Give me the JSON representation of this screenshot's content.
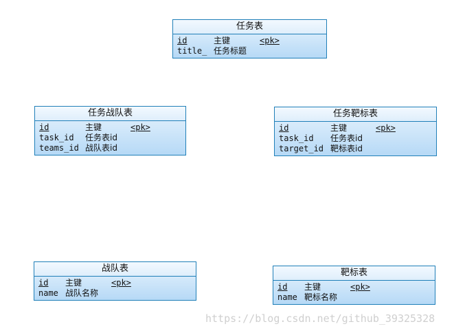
{
  "entities": {
    "task": {
      "title": "任务表",
      "rows": [
        {
          "name": "id",
          "comment": "主键",
          "key": "<pk>"
        },
        {
          "name": "title_",
          "comment": "任务标题",
          "key": ""
        }
      ]
    },
    "task_team": {
      "title": "任务战队表",
      "rows": [
        {
          "name": "id",
          "comment": "主键",
          "key": "<pk>"
        },
        {
          "name": "task_id",
          "comment": "任务表id",
          "key": ""
        },
        {
          "name": "teams_id",
          "comment": "战队表id",
          "key": ""
        }
      ]
    },
    "task_target": {
      "title": "任务靶标表",
      "rows": [
        {
          "name": "id",
          "comment": "主键",
          "key": "<pk>"
        },
        {
          "name": "task_id",
          "comment": "任务表id",
          "key": ""
        },
        {
          "name": "target_id",
          "comment": "靶标表id",
          "key": ""
        }
      ]
    },
    "team": {
      "title": "战队表",
      "rows": [
        {
          "name": "id",
          "comment": "主键",
          "key": "<pk>"
        },
        {
          "name": "name",
          "comment": "战队名称",
          "key": ""
        }
      ]
    },
    "target": {
      "title": "靶标表",
      "rows": [
        {
          "name": "id",
          "comment": "主键",
          "key": "<pk>"
        },
        {
          "name": "name",
          "comment": "靶标名称",
          "key": ""
        }
      ]
    }
  },
  "watermark": "https://blog.csdn.net/github_39325328"
}
